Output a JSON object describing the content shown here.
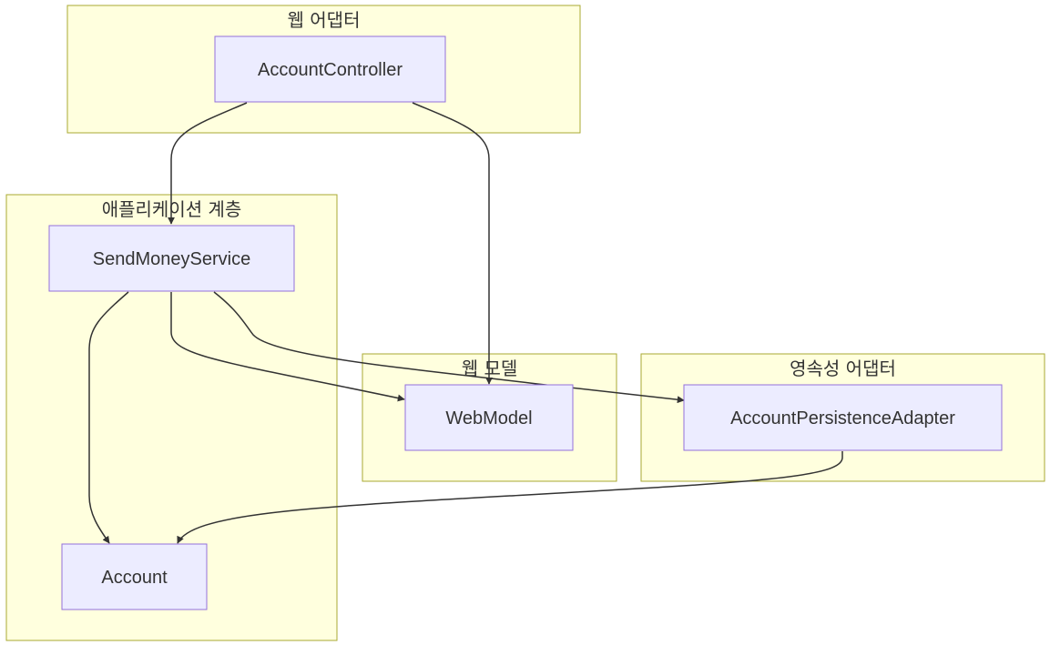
{
  "clusters": {
    "web_adapter": {
      "label": "웹 어댑터"
    },
    "application": {
      "label": "애플리케이션 계층"
    },
    "web_model": {
      "label": "웹 모델"
    },
    "persistence_adapter": {
      "label": "영속성 어댑터"
    }
  },
  "nodes": {
    "account_controller": {
      "label": "AccountController"
    },
    "send_money_service": {
      "label": "SendMoneyService"
    },
    "account": {
      "label": "Account"
    },
    "web_model": {
      "label": "WebModel"
    },
    "account_persistence_adapter": {
      "label": "AccountPersistenceAdapter"
    }
  },
  "edges": [
    {
      "from": "AccountController",
      "to": "SendMoneyService"
    },
    {
      "from": "AccountController",
      "to": "WebModel"
    },
    {
      "from": "SendMoneyService",
      "to": "Account"
    },
    {
      "from": "SendMoneyService",
      "to": "WebModel"
    },
    {
      "from": "SendMoneyService",
      "to": "AccountPersistenceAdapter"
    },
    {
      "from": "AccountPersistenceAdapter",
      "to": "Account"
    }
  ],
  "colors": {
    "cluster_fill": "#ffffde",
    "cluster_stroke": "#aaaa33",
    "node_fill": "#ececff",
    "node_stroke": "#9370db",
    "edge": "#333333",
    "text": "#333333"
  }
}
